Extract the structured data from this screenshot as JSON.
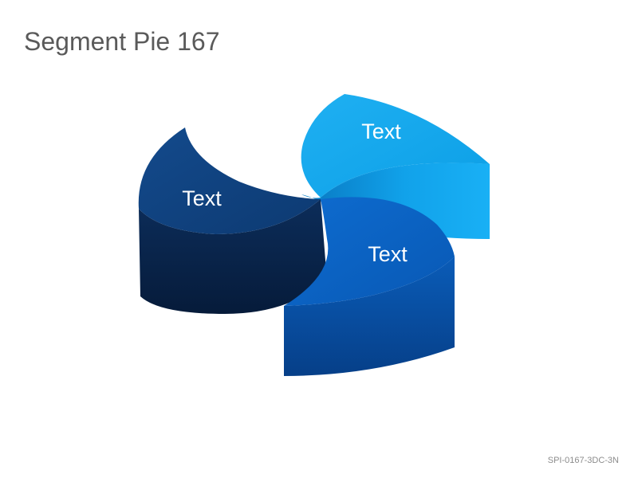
{
  "title": "Segment Pie 167",
  "segments": [
    {
      "id": "top-right",
      "label": "Text",
      "color": "#12A7EE"
    },
    {
      "id": "left",
      "label": "Text",
      "color": "#0F3D7A"
    },
    {
      "id": "bottom-right",
      "label": "Text",
      "color": "#0A62C2"
    }
  ],
  "footer": {
    "code": "SPI-0167-3DC-3N"
  }
}
